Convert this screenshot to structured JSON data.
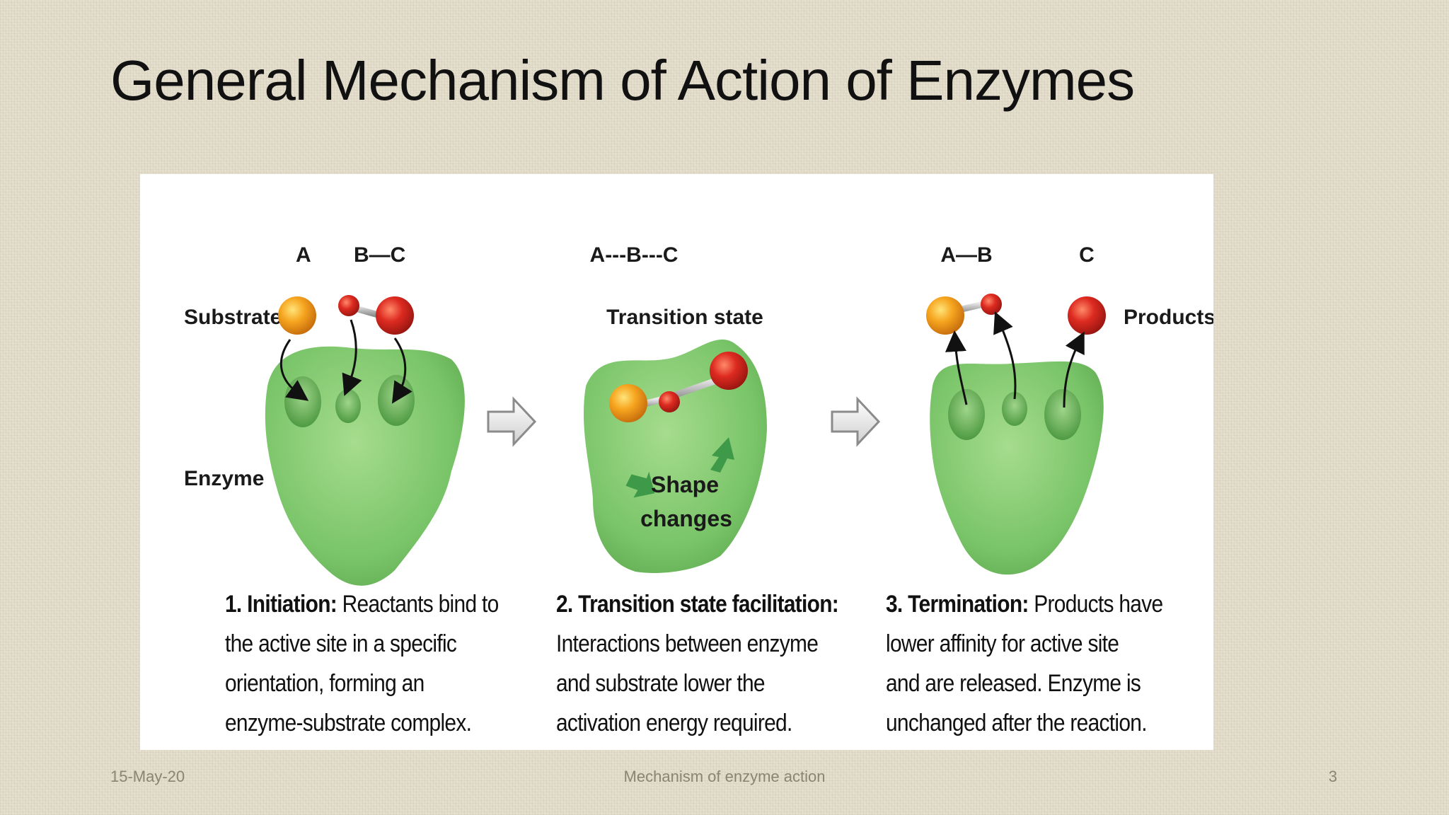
{
  "slide": {
    "title": "General Mechanism of Action of Enzymes"
  },
  "diagram": {
    "panel1": {
      "label_a": "A",
      "label_bc": "B—C",
      "substrates_label": "Substrates",
      "enzyme_label": "Enzyme",
      "caption_lines": [
        {
          "bold": "1. Initiation:",
          "text": " Reactants bind to"
        },
        {
          "bold": "",
          "text": "the active site in a specific"
        },
        {
          "bold": "",
          "text": "orientation, forming an"
        },
        {
          "bold": "",
          "text": "enzyme-substrate complex."
        }
      ]
    },
    "panel2": {
      "label_abc": "A---B---C",
      "transition_label": "Transition state",
      "shape_label_1": "Shape",
      "shape_label_2": "changes",
      "caption_lines": [
        {
          "bold": "2. Transition state facilitation:",
          "text": ""
        },
        {
          "bold": "",
          "text": "Interactions between enzyme"
        },
        {
          "bold": "",
          "text": "and substrate lower the"
        },
        {
          "bold": "",
          "text": "activation energy required."
        }
      ]
    },
    "panel3": {
      "label_ab": "A—B",
      "label_c": "C",
      "products_label": "Products",
      "caption_lines": [
        {
          "bold": "3. Termination:",
          "text": " Products have"
        },
        {
          "bold": "",
          "text": "lower affinity for active site"
        },
        {
          "bold": "",
          "text": "and are released. Enzyme is"
        },
        {
          "bold": "",
          "text": "unchanged after the reaction."
        }
      ]
    },
    "colors": {
      "enzyme": "#7cc46a",
      "substrate_a": "#f2a01e",
      "substrate_bc": "#d8261e",
      "arrow_green": "#3e9a48"
    }
  },
  "footer": {
    "date": "15-May-20",
    "center": "Mechanism of enzyme action",
    "page": "3"
  }
}
